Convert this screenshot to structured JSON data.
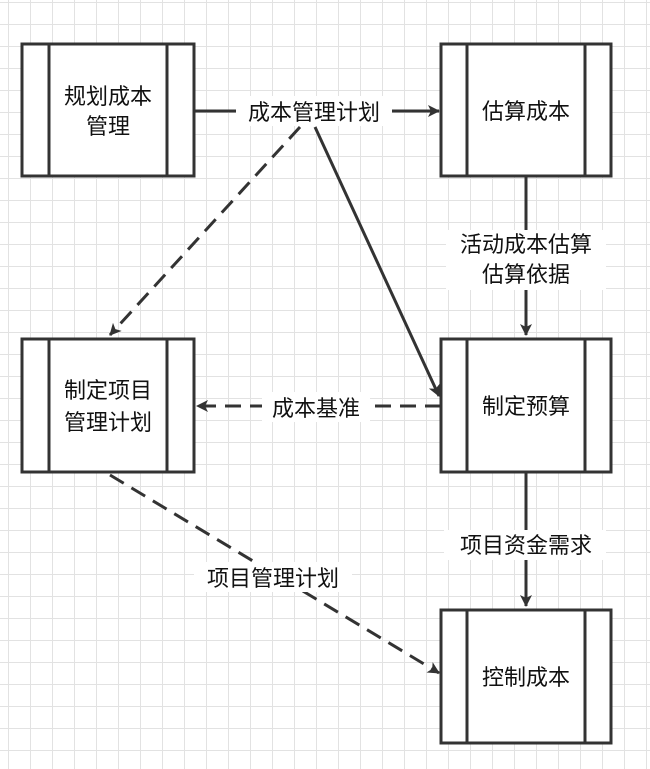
{
  "nodes": {
    "plan_cost_mgmt": {
      "lines": [
        "规划成本",
        "管理"
      ]
    },
    "estimate_costs": {
      "lines": [
        "估算成本"
      ]
    },
    "develop_pm_plan": {
      "lines": [
        "制定项目",
        "管理计划"
      ]
    },
    "determine_budget": {
      "lines": [
        "制定预算"
      ]
    },
    "control_costs": {
      "lines": [
        "控制成本"
      ]
    }
  },
  "edges": {
    "cost_mgmt_plan": {
      "label": "成本管理计划",
      "style": "solid"
    },
    "cost_mgmt_plan_to_budget": {
      "style": "solid"
    },
    "cost_mgmt_plan_to_pm_plan": {
      "style": "dashed"
    },
    "estimates_basis": {
      "lines": [
        "活动成本估算",
        "估算依据"
      ],
      "style": "solid"
    },
    "cost_baseline": {
      "label": "成本基准",
      "style": "dashed"
    },
    "funding_requirements": {
      "label": "项目资金需求",
      "style": "solid"
    },
    "pm_plan": {
      "label": "项目管理计划",
      "style": "dashed"
    }
  },
  "colors": {
    "line": "#333333",
    "box_fill": "#ffffff",
    "grid": "#e2e2e2",
    "text": "#111111"
  }
}
